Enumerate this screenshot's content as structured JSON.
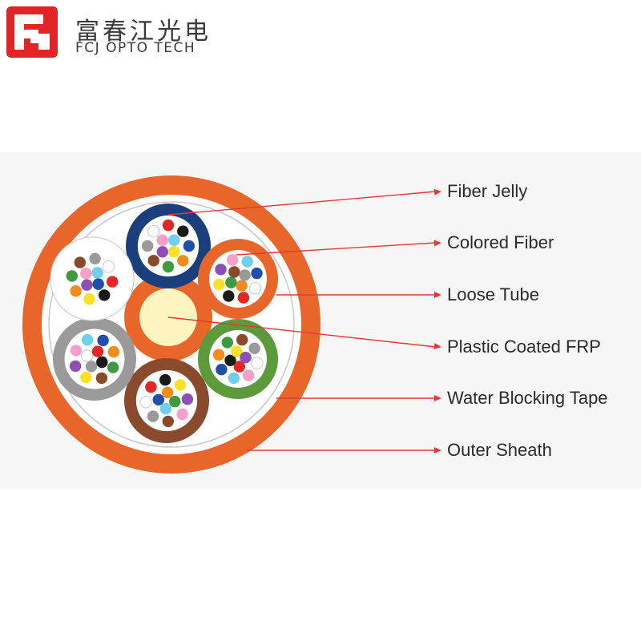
{
  "brand": {
    "name_cn": "富春江光电",
    "name_en": "FCJ OPTO TECH",
    "colors": {
      "red": "#e32424",
      "text": "#3a3a3a"
    }
  },
  "labels": {
    "fiber_jelly": "Fiber Jelly",
    "colored_fiber": "Colored Fiber",
    "loose_tube": "Loose Tube",
    "plastic_coated_frp": "Plastic Coated FRP",
    "water_blocking_tape": "Water Blocking Tape",
    "outer_sheath": "Outer Sheath"
  },
  "colors": {
    "sheath": "#e8662a",
    "inner_fill": "#ffffff",
    "tape_line": "#c8c8c8",
    "frp_core": "#fdf4c0",
    "leader_line": "#e23a3a",
    "tubes": [
      "#1b3f7c",
      "#e8662a",
      "#5c9a3c",
      "#8a4a2e",
      "#9a9a9a",
      "#ffffff"
    ],
    "fiber_palette": [
      "#1f4fa8",
      "#f08c1c",
      "#3f9a3f",
      "#8a4a2a",
      "#9a9a9a",
      "#ffffff",
      "#e22727",
      "#1a1a1a",
      "#f7e12a",
      "#8e4fb5",
      "#f4a0c8",
      "#6fd0ec"
    ]
  }
}
